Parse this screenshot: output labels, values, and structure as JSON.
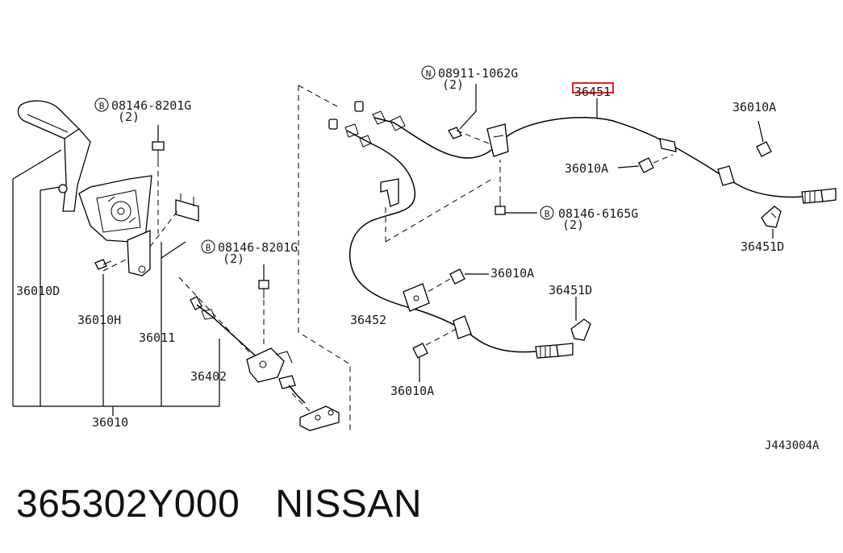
{
  "labels": {
    "bolt_a": "08146-8201G",
    "bolt_a_qty": "(2)",
    "bolt_b": "08146-8201G",
    "bolt_b_qty": "(2)",
    "nut_n": "08911-1062G",
    "nut_n_qty": "(2)",
    "bolt_c": "08146-6165G",
    "bolt_c_qty": "(2)",
    "cable_rear_right": "36451",
    "p36010A_1": "36010A",
    "p36010A_2": "36010A",
    "p36010A_3": "36010A",
    "p36010A_4": "36010A",
    "p36451D_1": "36451D",
    "p36451D_2": "36451D",
    "p36452": "36452",
    "p36010D": "36010D",
    "p36010H": "36010H",
    "p36011": "36011",
    "p36402": "36402",
    "p36010": "36010",
    "figure_code": "J443004A",
    "symbol_b": "B",
    "symbol_n": "N"
  },
  "footer": {
    "part_number": "365302Y000",
    "brand": "NISSAN"
  },
  "highlight_color": "#e8201e"
}
